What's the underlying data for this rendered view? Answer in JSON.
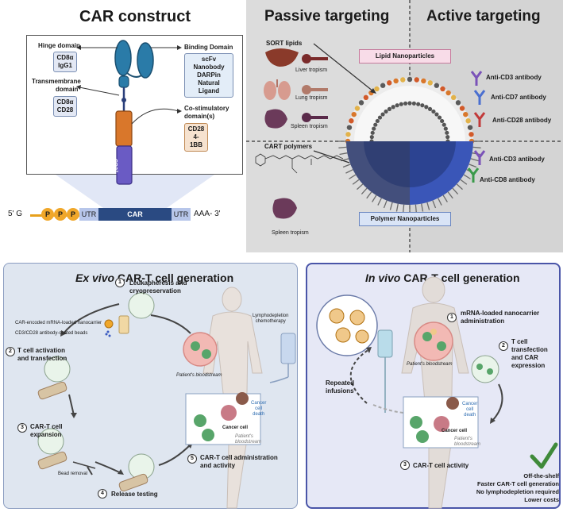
{
  "car_construct": {
    "title": "CAR construct",
    "hinge": {
      "label": "Hinge domain",
      "items": [
        "CD8α",
        "IgG1"
      ]
    },
    "transmembrane": {
      "label_line1": "Transmembrane",
      "label_line2": "domain",
      "items": [
        "CD8α",
        "CD28"
      ]
    },
    "binding": {
      "label": "Binding Domain",
      "items": [
        "scFv",
        "Nanobody",
        "DARPin",
        "Natural Ligand"
      ]
    },
    "costim": {
      "label_line1": "Co-stimulatory",
      "label_line2": "domain(s)",
      "items": [
        "CD28",
        "4-1BB"
      ]
    },
    "cd3z": "CD3ζ",
    "mrna": {
      "five": "5' G",
      "p": "P",
      "utr": "UTR",
      "car": "CAR",
      "aaa": "AAA- 3'"
    }
  },
  "targeting": {
    "passive_title": "Passive targeting",
    "active_title": "Active targeting",
    "sort_lipids": "SORT lipids",
    "lipid_np": "Lipid Nanoparticles",
    "polymer_np": "Polymer Nanoparticles",
    "liver": "Liver tropism",
    "lung": "Lung tropism",
    "spleen": "Spleen tropism",
    "cart_polymers": "CART polymers",
    "spleen2": "Spleen tropism",
    "antibodies_top": [
      "Anti-CD3 antibody",
      "Anti-CD7 antibody",
      "Anti-CD28 antibody"
    ],
    "antibodies_bottom": [
      "Anti-CD3 antibody",
      "Anti-CD8 antibody"
    ]
  },
  "ex_vivo": {
    "title_italic": "Ex vivo",
    "title_rest": " CAR-T cell generation",
    "step1": {
      "num": "1",
      "line1": "Leukapheresis and",
      "line2": "cryopreservation"
    },
    "legend_nanocarrier": "CAR-encoded mRNA-loaded nanocarrier",
    "legend_beads": "CD3/CD28 antibody-coated beads",
    "step2": {
      "num": "2",
      "line1": "T cell activation",
      "line2": "and transfection"
    },
    "step3": {
      "num": "3",
      "line1": "CAR-T cell",
      "line2": "expansion"
    },
    "bead_removal": "Bead removal",
    "step4": {
      "num": "4",
      "label": "Release testing"
    },
    "step5": {
      "num": "5",
      "line1": "CAR-T cell administration",
      "line2": "and activity"
    },
    "lymphodepletion_line1": "Lymphodepletion",
    "lymphodepletion_line2": "chemotherapy",
    "bloodstream": "Patient's bloodstream",
    "cancer_cell": "Cancer cell",
    "cancer_death_line1": "Cancer",
    "cancer_death_line2": "cell",
    "cancer_death_line3": "death",
    "patients": "Patient's",
    "bloodstream2": "bloodstream"
  },
  "in_vivo": {
    "title_italic": "In vivo",
    "title_rest": " CAR-T cell generation",
    "step1": {
      "num": "1",
      "line1": "mRNA-loaded nanocarrier",
      "line2": "administration"
    },
    "step2": {
      "num": "2",
      "line1": "T cell transfection",
      "line2": "and CAR expression"
    },
    "step3": {
      "num": "3",
      "label": "CAR-T cell activity"
    },
    "repeated_line1": "Repeated",
    "repeated_line2": "infusions",
    "bloodstream": "Patient's bloodstream",
    "cancer_cell": "Cancer cell",
    "cancer_death_line1": "Cancer",
    "cancer_death_line2": "cell",
    "cancer_death_line3": "death",
    "patients": "Patient's",
    "bloodstream2": "bloodstream",
    "benefits": [
      "Off-the-shelf",
      "Faster CAR-T cell generation",
      "No lymphodepletion required",
      "Lower costs"
    ]
  },
  "colors": {
    "car_blue": "#2a7ba8",
    "car_orange": "#d9772b",
    "car_purple": "#6a5bc4",
    "lipid_shell": "#e8e8e8",
    "polymer_blue": "#3a56b8",
    "panel_bg": "#dfe6f0",
    "invivo_bg": "#e6e8f6",
    "check_green": "#3f8a3a"
  }
}
